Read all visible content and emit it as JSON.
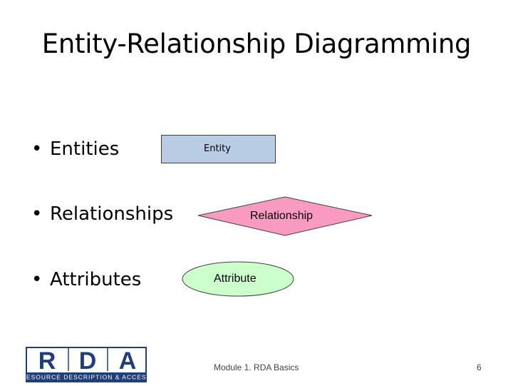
{
  "slide": {
    "title": "Entity-Relationship Diagramming",
    "bullets": [
      {
        "marker": "•",
        "text": "Entities"
      },
      {
        "marker": "•",
        "text": "Relationships"
      },
      {
        "marker": "•",
        "text": "Attributes"
      }
    ]
  },
  "shapes": {
    "entity": {
      "label": "Entity",
      "fill": "#b8cce4"
    },
    "relationship": {
      "label": "Relationship",
      "fill": "#f99bc0"
    },
    "attribute": {
      "label": "Attribute",
      "fill": "#ccffcc"
    }
  },
  "footer": {
    "logo_letters": [
      "R",
      "D",
      "A"
    ],
    "logo_tagline": "RESOURCE DESCRIPTION & ACCESS",
    "module_text": "Module 1. RDA Basics",
    "page_number": "6"
  },
  "colors": {
    "logo_blue": "#1f3f7a"
  }
}
